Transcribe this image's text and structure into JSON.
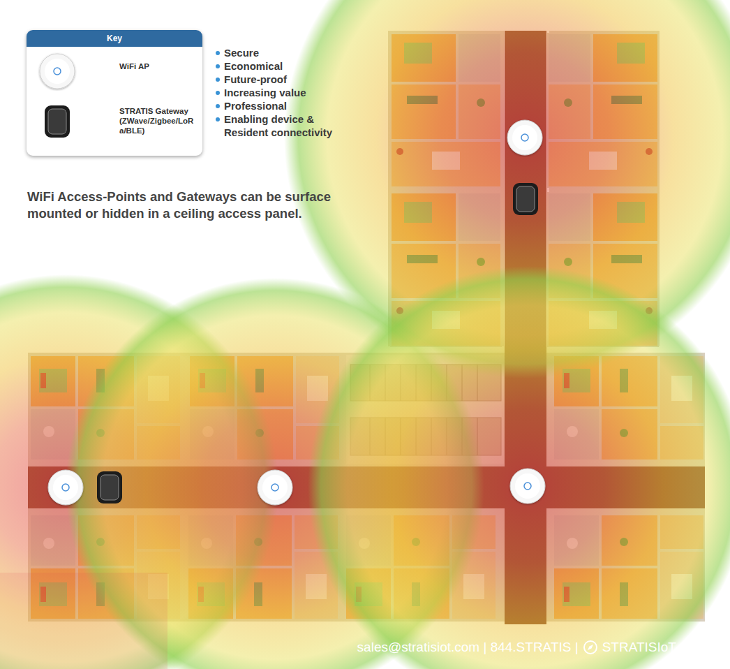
{
  "diagram": {
    "caption": "WiFi Access-Points and Gateways can be surface mounted or hidden in a ceiling access panel.",
    "labels": [
      "Key",
      "Secure",
      "Economical",
      "Future-proof",
      "Increasing value",
      "Professional",
      "Enabling device & Resident connectivity",
      "sales@stratisiot.com | 844.STRATIS |",
      "STRATISIoT.com"
    ],
    "legend": [
      {
        "text": "WiFi AP"
      },
      {
        "text": "STRATIS Gateway (ZWave/Zigbee/LoRa/BLE)"
      }
    ]
  }
}
